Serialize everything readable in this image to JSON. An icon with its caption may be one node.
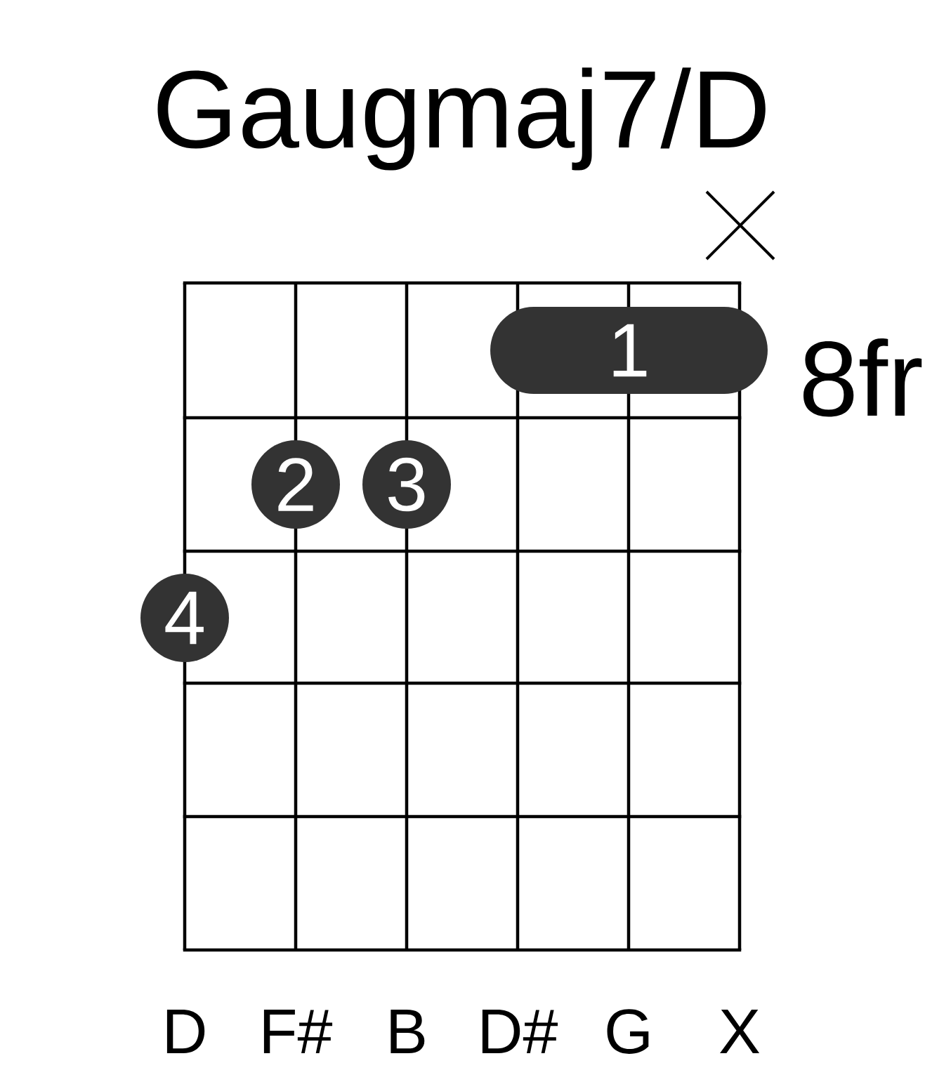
{
  "diagram": {
    "title": "Gaugmaj7/D",
    "nodes": [
      {
        "text": [
          "1"
        ]
      },
      {
        "text": [
          "2"
        ]
      },
      {
        "text": [
          "3"
        ]
      },
      {
        "text": [
          "4"
        ]
      }
    ],
    "labels": [
      "8fr",
      "D",
      "F#",
      "B",
      "D#",
      "G",
      "X"
    ]
  }
}
